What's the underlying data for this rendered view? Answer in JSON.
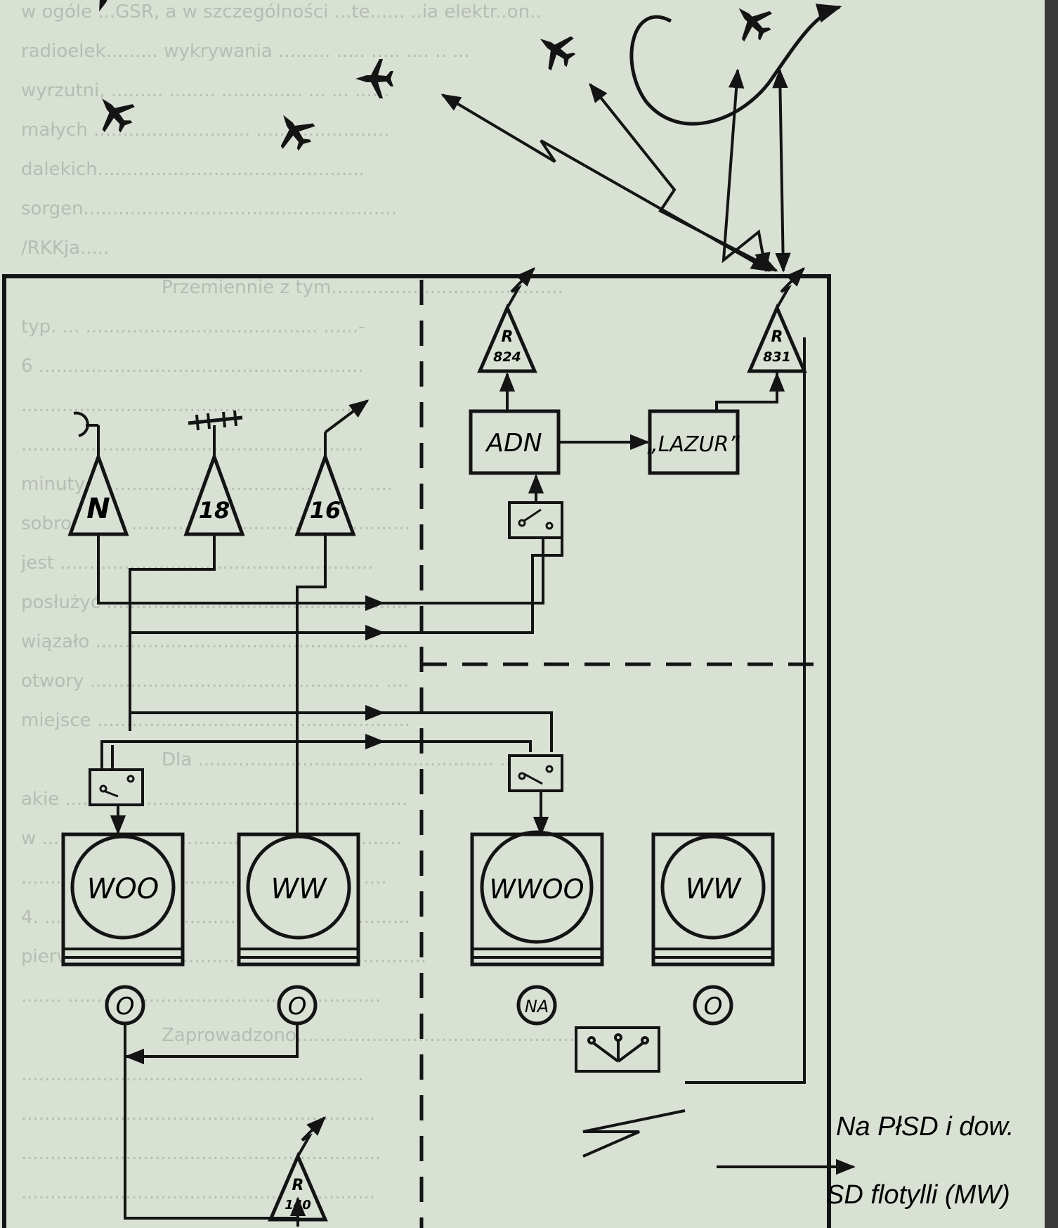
{
  "colors": {
    "paper": "#d9e0d4",
    "ink": "#141414",
    "bleed_text": "#b6bdb3",
    "right_edge": "#3a3a3a"
  },
  "background_text_lines": [
    "w ogóle ...GSR, a w szczególności ...te...... ..ia elektr..on..",
    "radioelek......... wykrywania ......... ..... ..... .... .. ...",
    "wyrzutni, ......... ........ .............. ... ... ......",
    "małych ...........................  .......................",
    "dalekich..............................................",
    "sorgen......................................................",
    "/RKKja.....",
    "Przemiennie z tym........................................",
    "typ. ... ........................................ ......-",
    "6 ........................................................",
    "...........................................................",
    "...........................................................",
    "minuty ............................................... ....",
    "sobrowanie ................................................",
    "jest ......................................................",
    "posłużyć ....................................................",
    "wiązało ......................................................",
    "otwory .................................................. ....",
    "miejsce ......................................................",
    "Dla ................................................... ....",
    "akie ...........................................................",
    "w ..............................................................",
    ".......................................................... ....",
    "4. ...............................................................",
    "pierwszego ...................................................",
    "....... ......................................................",
    "Zaprowadzono.................................................",
    "...........................................................",
    ".............................................................",
    "..............................................................",
    "............................................................."
  ],
  "antennas": {
    "n": "N",
    "a18": "18",
    "a16": "16",
    "r824_top": "R",
    "r824_bottom": "824",
    "r831_top": "R",
    "r831_bottom": "831",
    "r140_top": "R",
    "r140_bottom": "140"
  },
  "devices": {
    "adn": "ADN",
    "lazur": "„LAZUR”"
  },
  "consoles": {
    "woo": "WOO",
    "ww1": "WW",
    "wwoo": "WWOO",
    "ww2": "WW"
  },
  "operators": {
    "o1": "O",
    "o2": "O",
    "na": "NA",
    "o3": "O"
  },
  "annotations": {
    "line1": "Na PłSD i dow.",
    "line2": "SD flotylli (MW)"
  }
}
